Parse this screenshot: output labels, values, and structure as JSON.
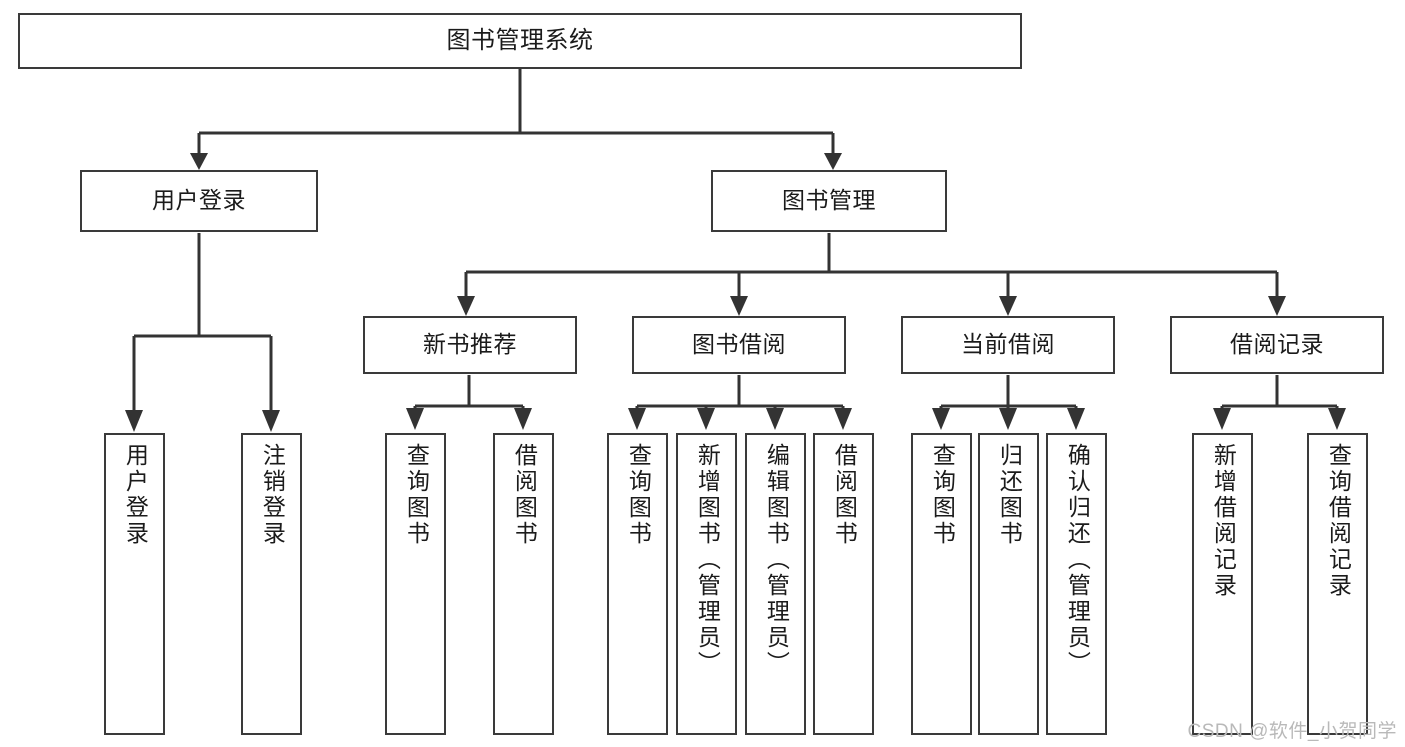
{
  "diagram": {
    "title": "图书管理系统",
    "type": "tree",
    "watermark": "CSDN @软件_小贺同学",
    "colors": {
      "box_border": "#3a3a3a",
      "connector": "#333333",
      "background": "#ffffff",
      "text": "#1b1b1b",
      "watermark": "#b9b9b9"
    },
    "levels": {
      "root": {
        "label": "图书管理系统"
      },
      "level2": [
        {
          "label": "用户登录"
        },
        {
          "label": "图书管理"
        }
      ],
      "level3": [
        {
          "label": "新书推荐"
        },
        {
          "label": "图书借阅"
        },
        {
          "label": "当前借阅"
        },
        {
          "label": "借阅记录"
        }
      ],
      "level4": {
        "user_login": [
          {
            "label": "用户登录"
          },
          {
            "label": "注销登录"
          }
        ],
        "new_book_recommend": [
          {
            "label": "查询图书"
          },
          {
            "label": "借阅图书"
          }
        ],
        "book_borrow": [
          {
            "label": "查询图书"
          },
          {
            "label": "新增图书（管理员）"
          },
          {
            "label": "编辑图书（管理员）"
          },
          {
            "label": "借阅图书"
          }
        ],
        "current_borrow": [
          {
            "label": "查询图书"
          },
          {
            "label": "归还图书"
          },
          {
            "label": "确认归还（管理员）"
          }
        ],
        "borrow_records": [
          {
            "label": "新增借阅记录"
          },
          {
            "label": "查询借阅记录"
          }
        ]
      }
    }
  }
}
